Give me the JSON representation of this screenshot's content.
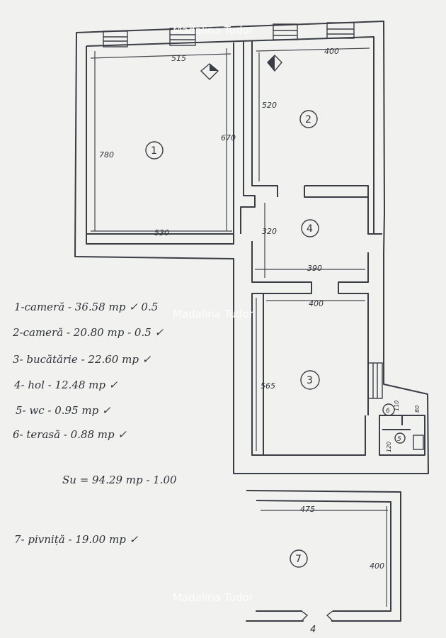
{
  "watermark": "Madalina Tudor",
  "dimensions": {
    "d515": "515",
    "d400_top": "400",
    "d520": "520",
    "d670": "670",
    "d780": "780",
    "d530": "530",
    "d320": "320",
    "d390": "390",
    "d400_mid": "400",
    "d565": "565",
    "d110": "110",
    "d80": "80",
    "d120": "120",
    "d475": "475",
    "d400_right": "400"
  },
  "rooms": {
    "r1": "1",
    "r2": "2",
    "r3": "3",
    "r4": "4",
    "r5": "5",
    "r6": "6",
    "r7": "7"
  },
  "legend": [
    "1-cameră - 36.58 mp ✓ 0.5",
    "2-cameră - 20.80 mp - 0.5 ✓",
    "3- bucătărie - 22.60 mp ✓",
    "4- hol - 12.48 mp ✓",
    "5- wc - 0.95 mp ✓",
    "6- terasă - 0.88 mp ✓"
  ],
  "total": "Su = 94.29 mp - 1.00",
  "pivnita": "7- pivniță - 19.00 mp ✓",
  "north_mark": "4"
}
